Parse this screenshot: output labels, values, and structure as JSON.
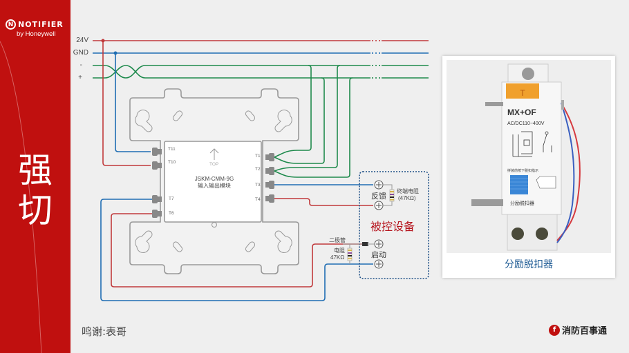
{
  "brand": {
    "logo_glyph": "N",
    "name": "NOTIFIER",
    "subtitle": "by Honeywell"
  },
  "page_title": "强切",
  "rails": [
    {
      "label": "24V",
      "color": "#c0393b"
    },
    {
      "label": "GND",
      "color": "#1f6db3"
    },
    {
      "label": "-",
      "color": "#1e8a4c"
    },
    {
      "label": "+",
      "color": "#1e8a4c"
    }
  ],
  "module": {
    "model": "JSKM-CMM-9G",
    "name_cn": "输入输出模块",
    "orientation_label": "TOP",
    "left_terminals": [
      "T11",
      "T10",
      "T7",
      "T6"
    ],
    "right_terminals": [
      "T1",
      "T2",
      "T3",
      "T4"
    ]
  },
  "controlled_device": {
    "title": "被控设备",
    "feedback_label": "反馈",
    "start_label": "启动",
    "eol_resistor_label": "终端电阻",
    "eol_resistor_value": "(47KΩ)",
    "diode_label": "二极管",
    "resistor_label": "电阻",
    "resistor_value": "47KΩ"
  },
  "photo": {
    "caption": "分励脱扣器",
    "product_model": "MX+OF",
    "product_rating": "AC/DC110~400V",
    "product_indicator_text": "拼装前按下脱扣指示",
    "product_label_cn": "分励脱扣器",
    "product_button_label": "T"
  },
  "credit": "鸣谢:表哥",
  "footer_brand": {
    "logo_glyph": "f",
    "name": "消防百事通"
  },
  "colors": {
    "sidebar_red": "#c0100f",
    "wire_red": "#c0393b",
    "wire_blue": "#1f6db3",
    "wire_green": "#1e8a4c",
    "device_box_blue": "#1d4f86",
    "caption_blue": "#1d5a93"
  }
}
